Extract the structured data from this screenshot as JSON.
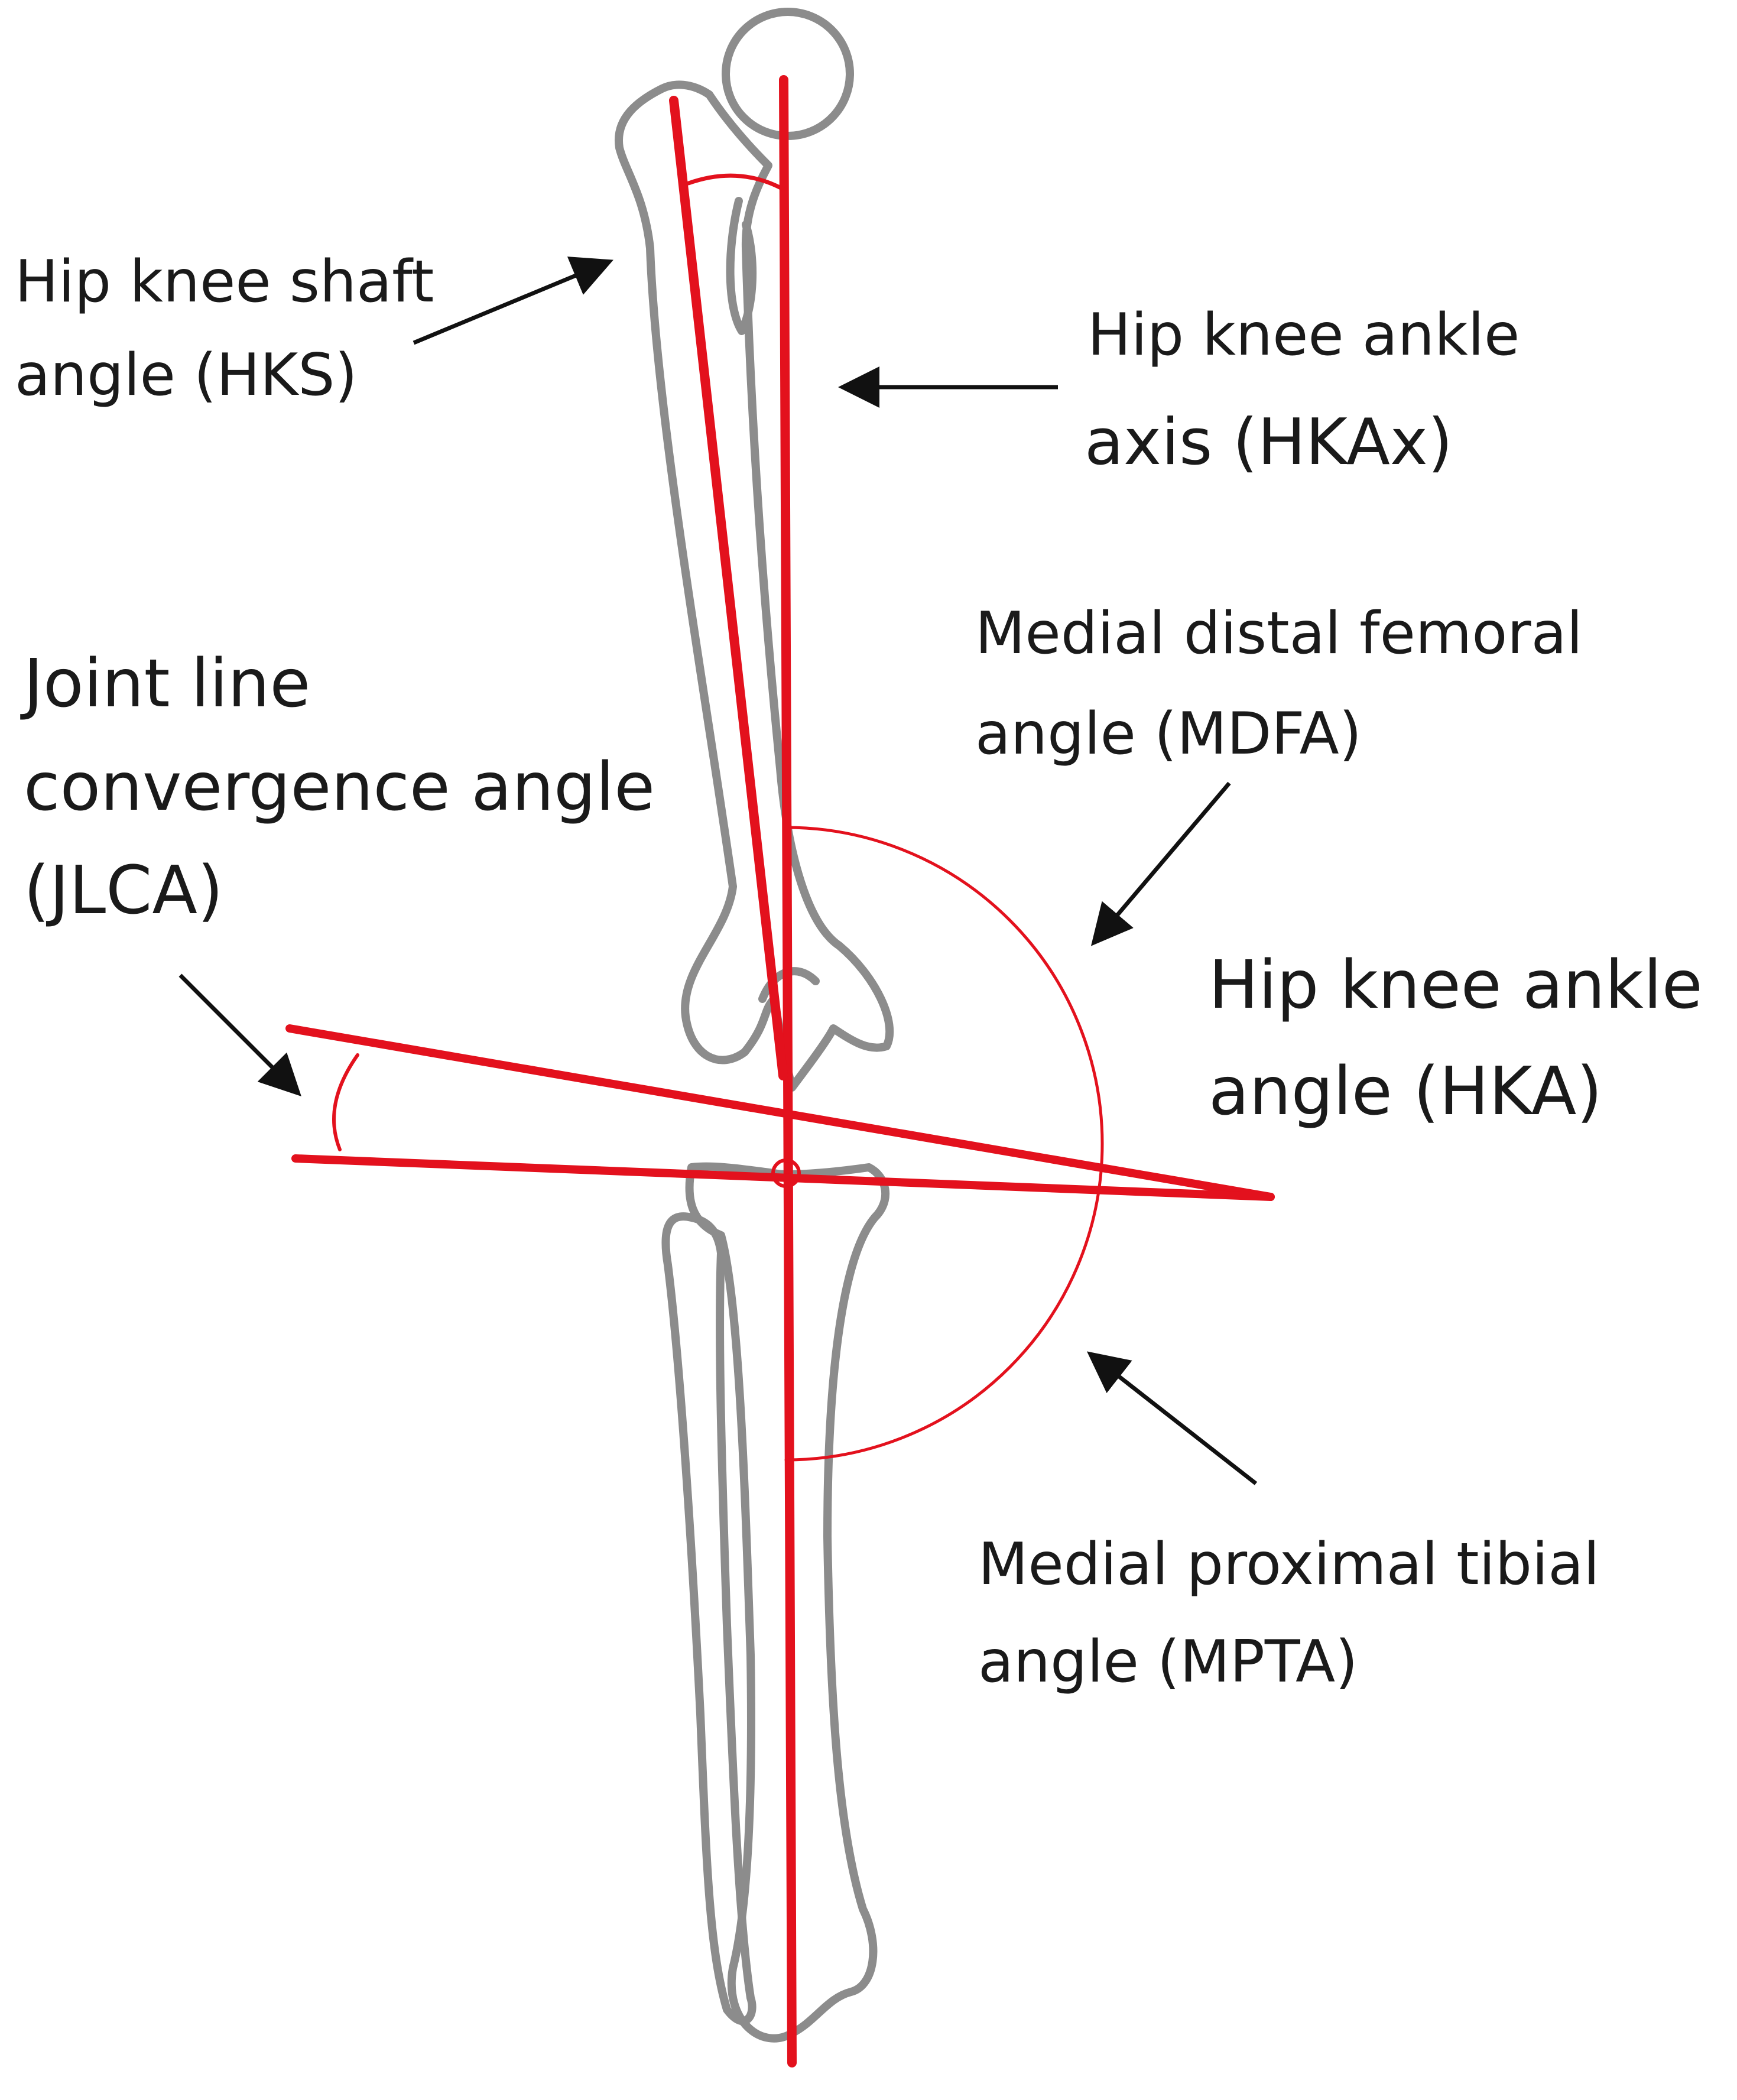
{
  "labels": {
    "hks": [
      "Hip knee shaft",
      "angle (HKS)"
    ],
    "hkax": [
      "Hip knee ankle",
      "axis (HKAx)"
    ],
    "mdfa": [
      "Medial distal femoral",
      "angle (MDFA)"
    ],
    "jlca": [
      "Joint line",
      "convergence angle",
      "(JLCA)"
    ],
    "hka": [
      "Hip knee ankle",
      "angle (HKA)"
    ],
    "mpta": [
      "Medial proximal tibial",
      "angle (MPTA)"
    ]
  },
  "colors": {
    "bone_outline": "#8c8c8c",
    "axis_line": "#e3111d",
    "arrow": "#111111",
    "text": "#1a1a1a"
  }
}
